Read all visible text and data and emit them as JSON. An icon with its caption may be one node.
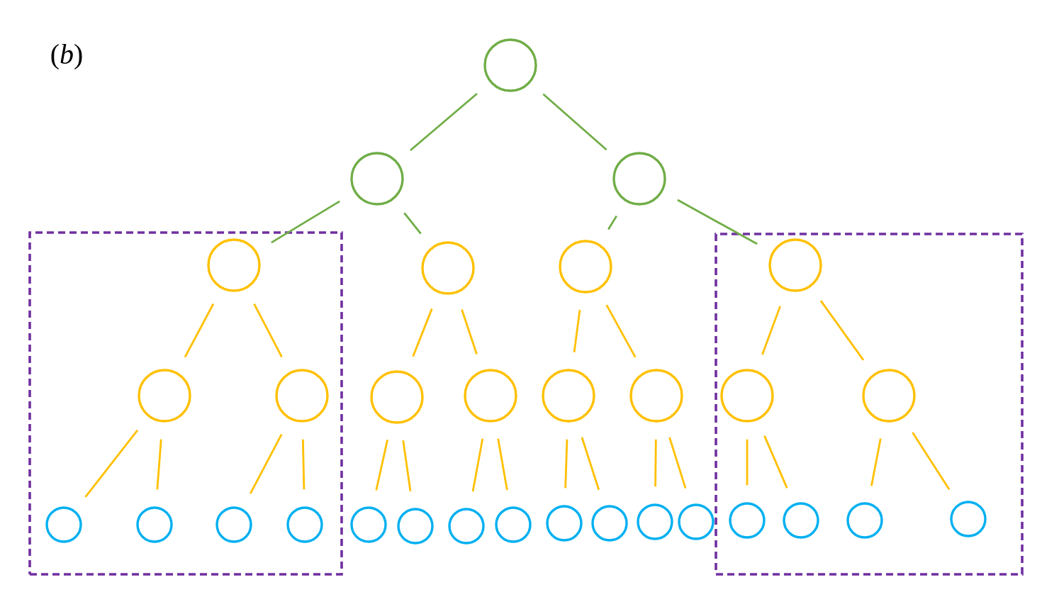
{
  "diagram": {
    "nodes": [
      {
        "text": [],
        "shape": "circle"
      },
      {
        "text": [],
        "shape": "circle"
      },
      {
        "text": [],
        "shape": "circle"
      },
      {
        "text": [],
        "shape": "box"
      },
      {
        "text": [],
        "shape": "box"
      },
      {
        "text": [],
        "shape": "circle",
        "in": 3
      },
      {
        "text": [],
        "shape": "circle"
      },
      {
        "text": [],
        "shape": "circle"
      },
      {
        "text": [],
        "shape": "circle",
        "in": 4
      },
      {
        "text": [],
        "shape": "circle",
        "in": 3
      },
      {
        "text": [],
        "shape": "circle",
        "in": 3
      },
      {
        "text": [],
        "shape": "circle"
      },
      {
        "text": [],
        "shape": "circle"
      },
      {
        "text": [],
        "shape": "circle"
      },
      {
        "text": [],
        "shape": "circle"
      },
      {
        "text": [],
        "shape": "circle",
        "in": 4
      },
      {
        "text": [],
        "shape": "circle",
        "in": 4
      },
      {
        "text": [],
        "shape": "circle",
        "in": 3
      },
      {
        "text": [],
        "shape": "circle",
        "in": 3
      },
      {
        "text": [],
        "shape": "circle",
        "in": 3
      },
      {
        "text": [],
        "shape": "circle",
        "in": 3
      },
      {
        "text": [],
        "shape": "circle"
      },
      {
        "text": [],
        "shape": "circle"
      },
      {
        "text": [],
        "shape": "circle"
      },
      {
        "text": [],
        "shape": "circle"
      },
      {
        "text": [],
        "shape": "circle"
      },
      {
        "text": [],
        "shape": "circle"
      },
      {
        "text": [],
        "shape": "circle"
      },
      {
        "text": [],
        "shape": "circle"
      },
      {
        "text": [],
        "shape": "circle",
        "in": 4
      },
      {
        "text": [],
        "shape": "circle",
        "in": 4
      },
      {
        "text": [],
        "shape": "circle",
        "in": 4
      },
      {
        "text": [],
        "shape": "circle",
        "in": 4
      }
    ],
    "edges": [
      {
        "from": 0,
        "to": 1,
        "arrow": "none",
        "color": "#70ad47"
      },
      {
        "from": 0,
        "to": 2,
        "arrow": "none",
        "color": "#70ad47"
      },
      {
        "from": 1,
        "to": 5,
        "arrow": "none",
        "color": "#70ad47"
      },
      {
        "from": 1,
        "to": 6,
        "arrow": "none",
        "color": "#70ad47"
      },
      {
        "from": 2,
        "to": 7,
        "arrow": "none",
        "color": "#70ad47"
      },
      {
        "from": 2,
        "to": 8,
        "arrow": "none",
        "color": "#70ad47"
      },
      {
        "from": 5,
        "to": 9,
        "arrow": "none"
      },
      {
        "from": 5,
        "to": 10,
        "arrow": "none"
      },
      {
        "from": 6,
        "to": 11,
        "arrow": "none"
      },
      {
        "from": 6,
        "to": 12,
        "arrow": "none"
      },
      {
        "from": 7,
        "to": 13,
        "arrow": "none"
      },
      {
        "from": 7,
        "to": 14,
        "arrow": "none"
      },
      {
        "from": 8,
        "to": 15,
        "arrow": "none"
      },
      {
        "from": 8,
        "to": 16,
        "arrow": "none"
      },
      {
        "from": 9,
        "to": 17,
        "arrow": "none"
      },
      {
        "from": 9,
        "to": 18,
        "arrow": "none"
      },
      {
        "from": 10,
        "to": 19,
        "arrow": "none"
      },
      {
        "from": 10,
        "to": 20,
        "arrow": "none"
      },
      {
        "from": 11,
        "to": 21,
        "arrow": "none"
      },
      {
        "from": 11,
        "to": 22,
        "arrow": "none"
      },
      {
        "from": 12,
        "to": 23,
        "arrow": "none"
      },
      {
        "from": 12,
        "to": 24,
        "arrow": "none"
      },
      {
        "from": 13,
        "to": 25,
        "arrow": "none"
      },
      {
        "from": 13,
        "to": 26,
        "arrow": "none"
      },
      {
        "from": 14,
        "to": 27,
        "arrow": "none"
      },
      {
        "from": 14,
        "to": 28,
        "arrow": "none"
      },
      {
        "from": 15,
        "to": 29,
        "arrow": "none"
      },
      {
        "from": 15,
        "to": 30,
        "arrow": "none"
      },
      {
        "from": 16,
        "to": 31,
        "arrow": "none"
      },
      {
        "from": 16,
        "to": 32,
        "arrow": "none"
      }
    ],
    "labels": [
      "(*b*)"
    ]
  }
}
